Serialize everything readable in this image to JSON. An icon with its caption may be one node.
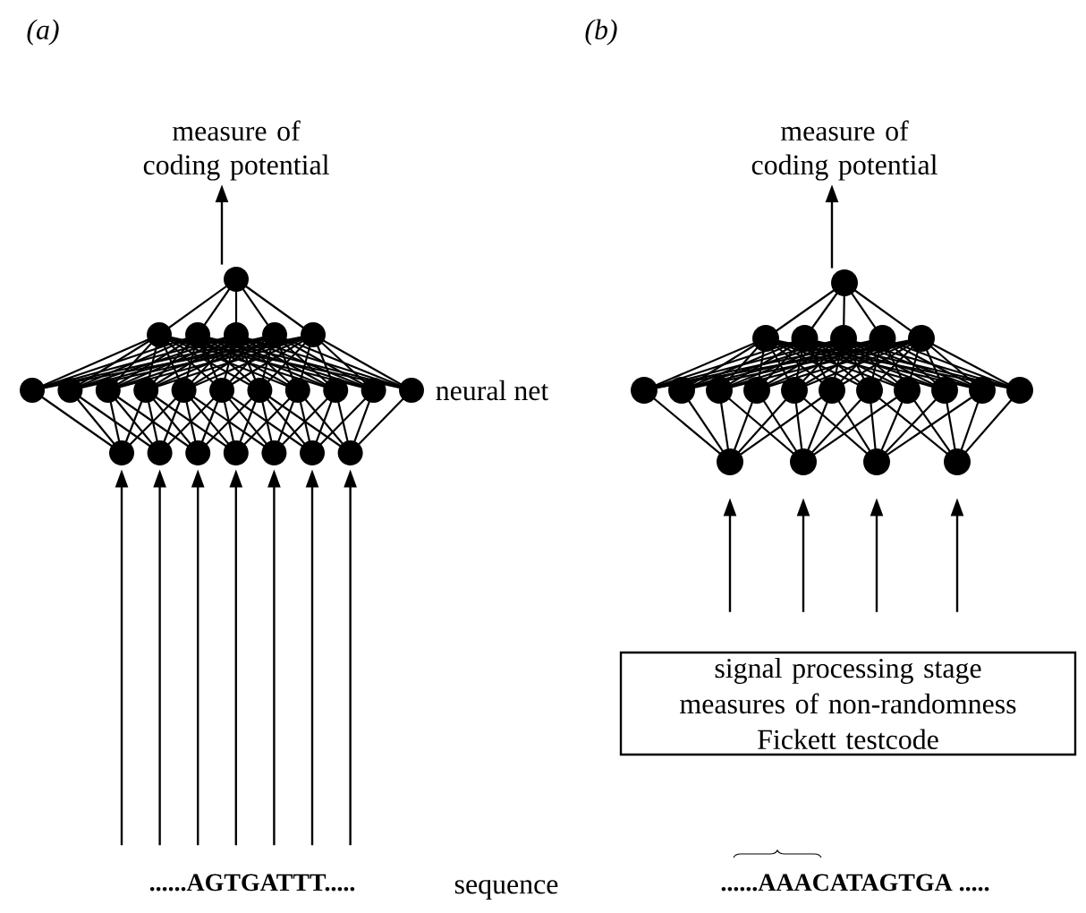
{
  "diagram": {
    "nodes": [
      {
        "text": [
          "measure of coding potential"
        ]
      },
      {
        "text": [],
        "shape": "picture"
      },
      {
        "text": [
          "......AGTGATTT....."
        ]
      },
      {
        "text": [
          "measure of coding potential"
        ]
      },
      {
        "text": [],
        "shape": "picture"
      },
      {
        "text": [
          "signal processing stage",
          "measures of non-randomness",
          "Fickett testcode"
        ]
      },
      {
        "text": [
          "......AAACATAGTGA ....."
        ]
      }
    ],
    "edges": [
      {
        "from": 1,
        "to": 0,
        "arrow": "to"
      },
      {
        "from": 2,
        "to": 1,
        "arrow": "to"
      },
      {
        "from": 2,
        "to": 1,
        "arrow": "to"
      },
      {
        "from": 2,
        "to": 1,
        "arrow": "to"
      },
      {
        "from": 2,
        "to": 1,
        "arrow": "to"
      },
      {
        "from": 2,
        "to": 1,
        "arrow": "to"
      },
      {
        "from": 2,
        "to": 1,
        "arrow": "to"
      },
      {
        "from": 2,
        "to": 1,
        "arrow": "to"
      },
      {
        "from": 4,
        "to": 3,
        "arrow": "to"
      },
      {
        "from": 5,
        "to": 4,
        "arrow": "to"
      },
      {
        "from": 5,
        "to": 4,
        "arrow": "to"
      },
      {
        "from": 5,
        "to": 4,
        "arrow": "to"
      },
      {
        "from": 5,
        "to": 4,
        "arrow": "to"
      }
    ],
    "labels": [
      "(a)",
      "(b)",
      "neural net",
      "sequence"
    ]
  }
}
